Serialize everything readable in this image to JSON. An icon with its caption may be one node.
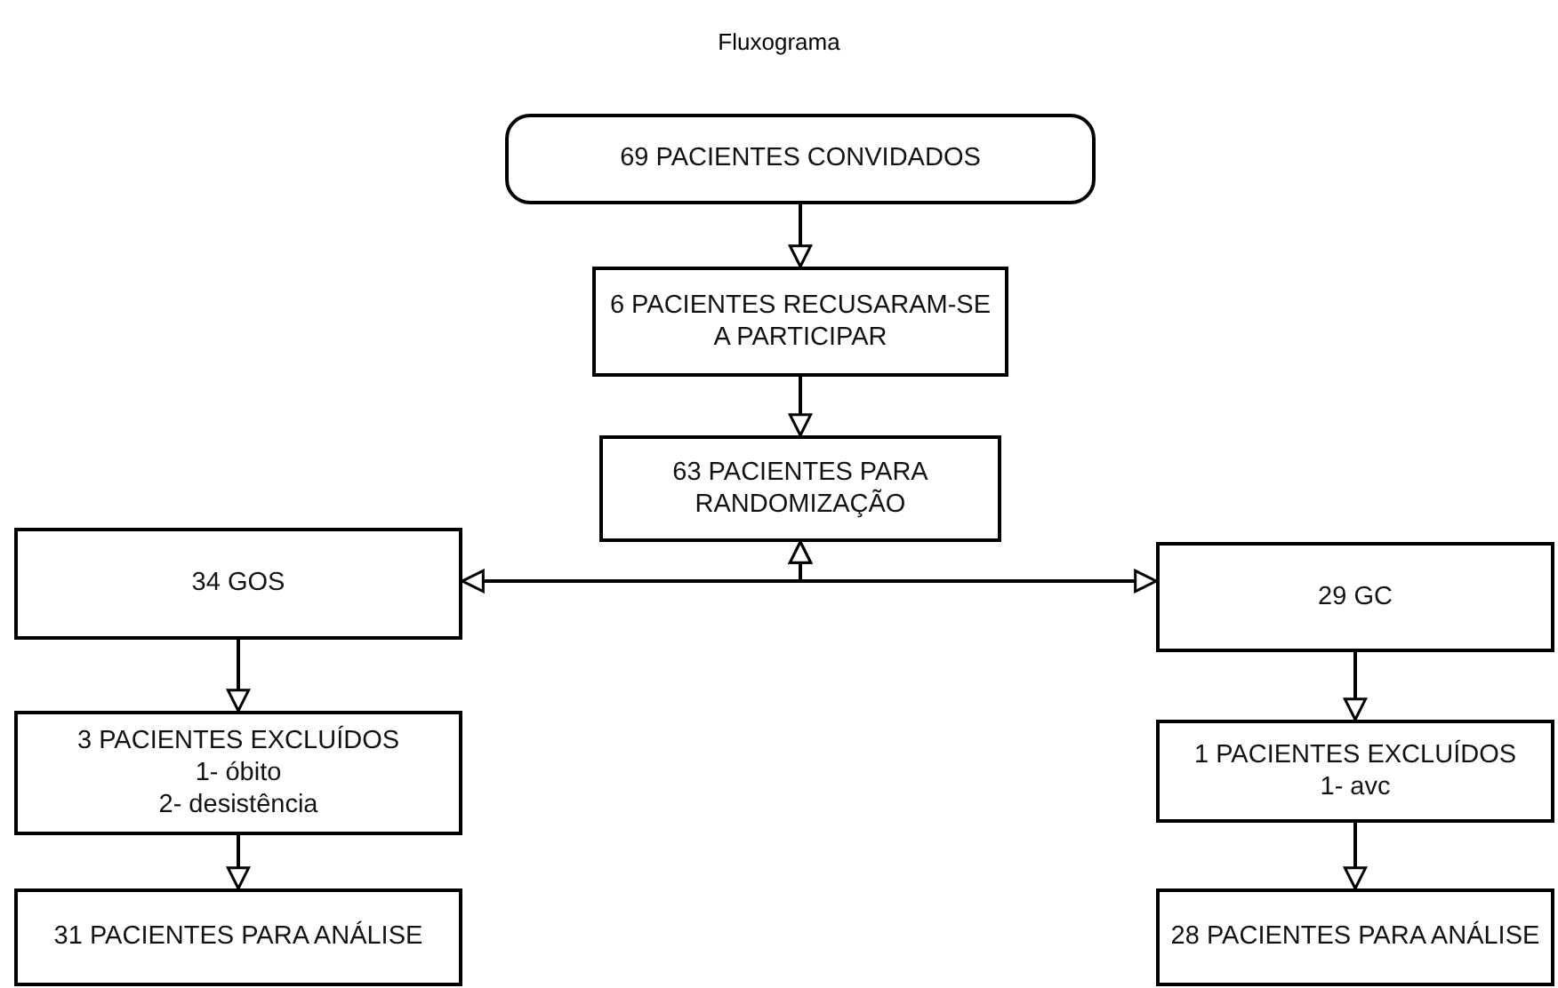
{
  "diagram": {
    "title": "Fluxograma",
    "nodes": [
      {
        "text": [
          "69 PACIENTES CONVIDADOS"
        ]
      },
      {
        "text": [
          "6 PACIENTES RECUSARAM-SE A PARTICIPAR"
        ]
      },
      {
        "text": [
          "63 PACIENTES PARA RANDOMIZAÇÃO"
        ]
      },
      {
        "text": [
          "34 GOS"
        ]
      },
      {
        "text": [
          "29 GC"
        ]
      },
      {
        "text": [
          "3 PACIENTES EXCLUÍDOS",
          "1- óbito",
          "2- desistência"
        ]
      },
      {
        "text": [
          "31  PACIENTES PARA ANÁLISE"
        ]
      },
      {
        "text": [
          "1 PACIENTES EXCLUÍDOS",
          "1- avc"
        ]
      },
      {
        "text": [
          "28 PACIENTES PARA ANÁLISE"
        ]
      }
    ],
    "edges": [
      {
        "from": 0,
        "to": 1,
        "arrow": "to"
      },
      {
        "from": 1,
        "to": 2,
        "arrow": "to"
      },
      {
        "from": 2,
        "to": 3,
        "arrow": "both"
      },
      {
        "from": 2,
        "to": 4,
        "arrow": "both"
      },
      {
        "from": 3,
        "to": 5,
        "arrow": "to"
      },
      {
        "from": 5,
        "to": 6,
        "arrow": "to"
      },
      {
        "from": 4,
        "to": 7,
        "arrow": "to"
      },
      {
        "from": 7,
        "to": 8,
        "arrow": "to"
      }
    ]
  }
}
